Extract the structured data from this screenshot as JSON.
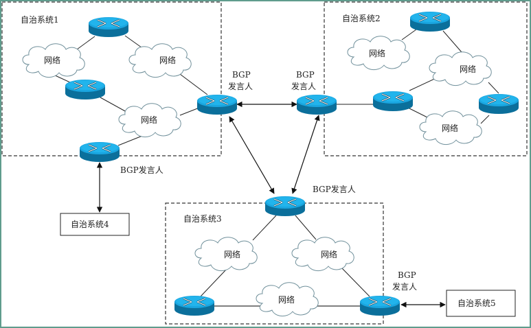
{
  "diagram": {
    "title": "BGP autonomous systems interconnection",
    "colors": {
      "router_top": "#1aa6e0",
      "router_side": "#0b6f9b",
      "cloud_stroke": "#6f8f9a",
      "frame_border": "#5f9c8d",
      "line": "#222222"
    },
    "autonomous_systems": [
      {
        "id": "as1",
        "label": "自治系统1"
      },
      {
        "id": "as2",
        "label": "自治系统2"
      },
      {
        "id": "as3",
        "label": "自治系统3"
      },
      {
        "id": "as4",
        "label": "自治系统4"
      },
      {
        "id": "as5",
        "label": "自治系统5"
      }
    ],
    "network_label": "网络",
    "bgp_speaker_labels": {
      "as1_line1": "BGP",
      "as1_line2": "发言人",
      "as2_line1": "BGP",
      "as2_line2": "发言人",
      "as1_bottom": "BGP发言人",
      "as3_top": "BGP发言人",
      "as3_right_line1": "BGP",
      "as3_right_line2": "发言人"
    },
    "routers": [
      {
        "id": "r-as1-top",
        "icon": "router-icon",
        "system": "as1"
      },
      {
        "id": "r-as1-mid",
        "icon": "router-icon",
        "system": "as1"
      },
      {
        "id": "r-as1-bgp",
        "icon": "router-icon",
        "system": "as1",
        "bgp": true
      },
      {
        "id": "r-as1-bottom",
        "icon": "router-icon",
        "system": "as1",
        "bgp": true
      },
      {
        "id": "r-as2-bgp",
        "icon": "router-icon",
        "system": "as2",
        "bgp": true
      },
      {
        "id": "r-as2-top",
        "icon": "router-icon",
        "system": "as2"
      },
      {
        "id": "r-as2-mid",
        "icon": "router-icon",
        "system": "as2"
      },
      {
        "id": "r-as2-right",
        "icon": "router-icon",
        "system": "as2"
      },
      {
        "id": "r-as3-top",
        "icon": "router-icon",
        "system": "as3",
        "bgp": true
      },
      {
        "id": "r-as3-left",
        "icon": "router-icon",
        "system": "as3"
      },
      {
        "id": "r-as3-right",
        "icon": "router-icon",
        "system": "as3",
        "bgp": true
      }
    ],
    "bgp_links": [
      {
        "from": "r-as1-bgp",
        "to": "r-as2-bgp",
        "type": "bidirectional"
      },
      {
        "from": "r-as1-bgp",
        "to": "r-as3-top",
        "type": "bidirectional"
      },
      {
        "from": "r-as2-bgp",
        "to": "r-as3-top",
        "type": "bidirectional"
      },
      {
        "from": "r-as1-bottom",
        "to": "as4",
        "type": "bidirectional"
      },
      {
        "from": "r-as3-right",
        "to": "as5",
        "type": "bidirectional"
      }
    ]
  }
}
